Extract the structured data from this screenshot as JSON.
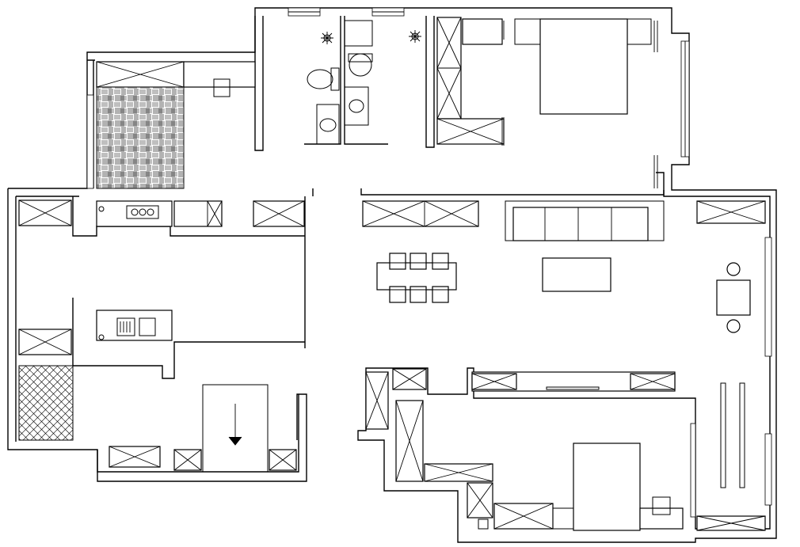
{
  "plan": {
    "kind": "floor-plan",
    "text_labels": []
  },
  "legend": {
    "wardrobe": "x-box",
    "tile_pattern": "basket-weave",
    "stair_arrow": "down"
  }
}
